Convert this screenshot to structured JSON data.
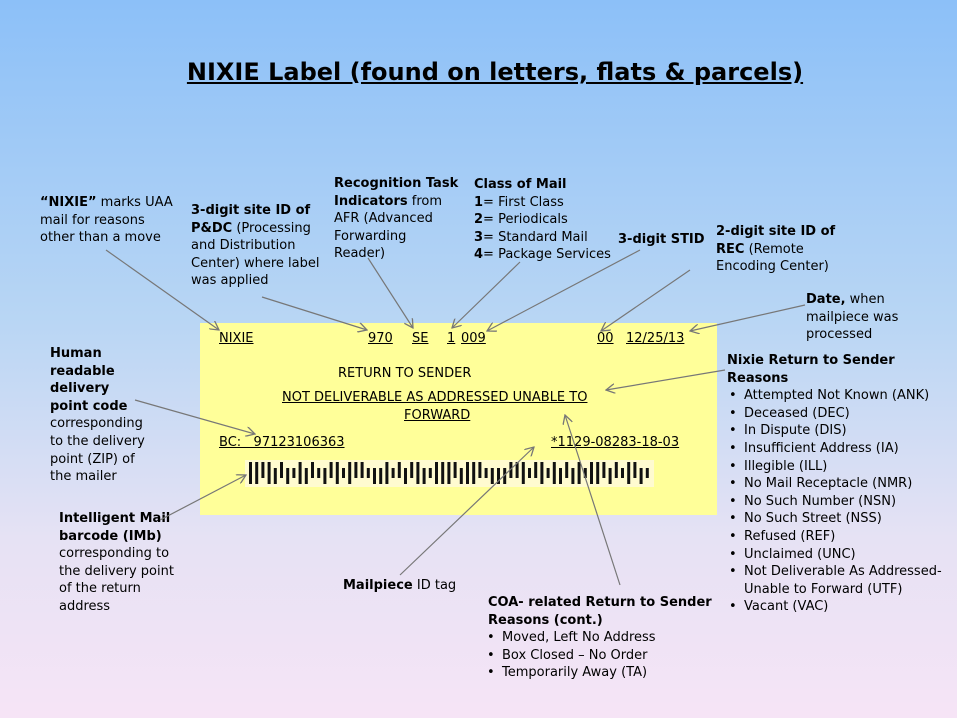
{
  "title": "NIXIE Label (found on letters, flats & parcels)",
  "notes": {
    "nixie": {
      "bold": "“NIXIE”",
      "text": " marks UAA mail for reasons other than a move"
    },
    "pdc": {
      "bold": "3-digit site ID of P&DC",
      "text": " (Processing and Distribution Center) where label was applied"
    },
    "recognition": {
      "bold": "Recognition Task Indicators",
      "text": " from AFR (Advanced Forwarding Reader)"
    },
    "class_of_mail": {
      "bold": "Class of Mail",
      "items": [
        {
          "num": "1",
          "text": "= First Class"
        },
        {
          "num": "2",
          "text": "= Periodicals"
        },
        {
          "num": "3",
          "text": "= Standard Mail"
        },
        {
          "num": "4",
          "text": "= Package Services"
        }
      ]
    },
    "stid": {
      "bold": "3-digit STID"
    },
    "rec": {
      "bold": "2-digit site ID of REC",
      "text": " (Remote Encoding Center)"
    },
    "date": {
      "bold": "Date,",
      "text": " when mailpiece was processed"
    },
    "human": {
      "bold": "Human readable delivery point code",
      "text": " corresponding to the delivery point (ZIP) of the mailer"
    },
    "imb": {
      "bold": "Intelligent Mail barcode (IMb)",
      "text": " corresponding to the delivery point of the return address"
    },
    "mailpiece": {
      "bold": "Mailpiece",
      "text": " ID tag"
    },
    "nixie_reasons": {
      "bold": "Nixie Return to Sender Reasons",
      "items": [
        "Attempted Not Known (ANK)",
        "Deceased (DEC)",
        "In Dispute (DIS)",
        "Insufficient  Address (IA)",
        "Illegible (ILL)",
        "No Mail Receptacle (NMR)",
        "No Such Number (NSN)",
        "No Such Street (NSS)",
        "Refused (REF)",
        "Unclaimed (UNC)",
        "Not Deliverable As Addressed- Unable to Forward (UTF)",
        "Vacant (VAC)"
      ]
    },
    "coa_reasons": {
      "bold": "COA- related Return to Sender Reasons (cont.)",
      "items": [
        "Moved, Left No Address",
        "Box Closed – No Order",
        "Temporarily Away (TA)"
      ]
    }
  },
  "label": {
    "nixie": "NIXIE",
    "pdc": "970",
    "rti": "SE",
    "class": "1",
    "stid": "009",
    "rec": "00",
    "date": "12/25/13",
    "return": "RETURN TO SENDER",
    "reason_line1": "NOT DELIVERABLE AS ADDRESSED UNABLE TO",
    "reason_line2": "FORWARD",
    "bc": "BC:   97123106363",
    "id_tag": "*1129-08283-18-03"
  }
}
